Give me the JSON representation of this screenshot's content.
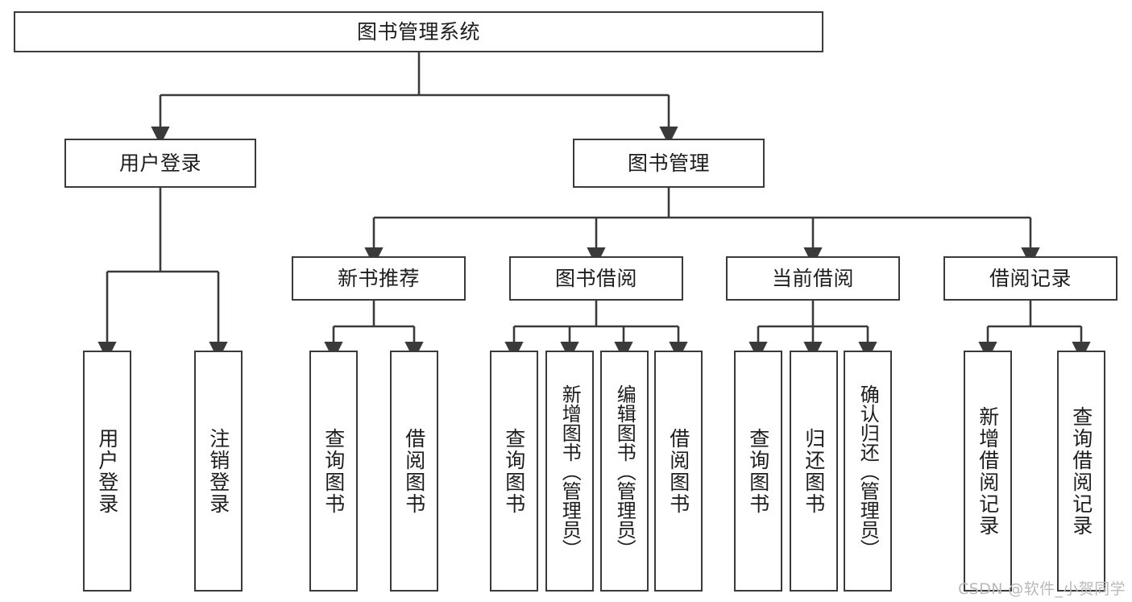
{
  "diagram": {
    "title": "图书管理系统",
    "type": "tree",
    "stroke_color": "#3a3a3a",
    "fill_color": "#ffffff",
    "text_color": "#1d1d1d",
    "watermark": "CSDN @软件_小贺同学",
    "levels": {
      "root": {
        "label": "图书管理系统"
      },
      "level2": [
        {
          "label": "用户登录"
        },
        {
          "label": "图书管理"
        }
      ],
      "level3": [
        {
          "label": "新书推荐"
        },
        {
          "label": "图书借阅"
        },
        {
          "label": "当前借阅"
        },
        {
          "label": "借阅记录"
        }
      ],
      "leaves": {
        "user_login": [
          {
            "label": "用户登录"
          },
          {
            "label": "注销登录"
          }
        ],
        "new_book": [
          {
            "label": "查询图书"
          },
          {
            "label": "借阅图书"
          }
        ],
        "book_borrow": [
          {
            "label": "查询图书"
          },
          {
            "label": "新增图书（管理员）"
          },
          {
            "label": "编辑图书（管理员）"
          },
          {
            "label": "借阅图书"
          }
        ],
        "current_borrow": [
          {
            "label": "查询图书"
          },
          {
            "label": "归还图书"
          },
          {
            "label": "确认归还（管理员）"
          }
        ],
        "borrow_record": [
          {
            "label": "新增借阅记录"
          },
          {
            "label": "查询借阅记录"
          }
        ]
      }
    }
  }
}
